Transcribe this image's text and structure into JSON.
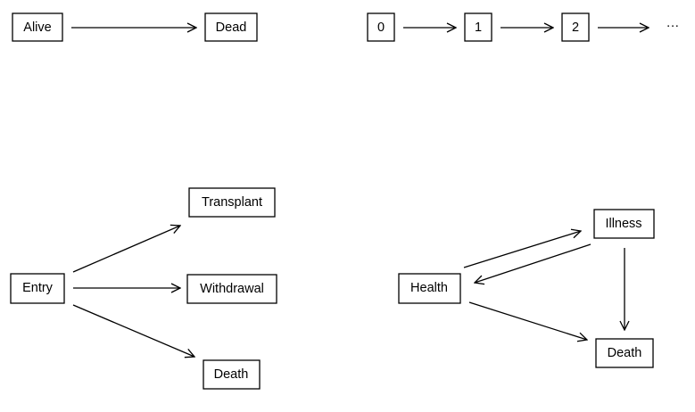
{
  "diagrams": {
    "alive_dead": {
      "states": [
        "Alive",
        "Dead"
      ]
    },
    "counting": {
      "states": [
        "0",
        "1",
        "2"
      ],
      "ellipsis": "···"
    },
    "competing_risks": {
      "states": [
        "Entry",
        "Transplant",
        "Withdrawal",
        "Death"
      ]
    },
    "illness_death": {
      "states": [
        "Health",
        "Illness",
        "Death"
      ]
    }
  }
}
